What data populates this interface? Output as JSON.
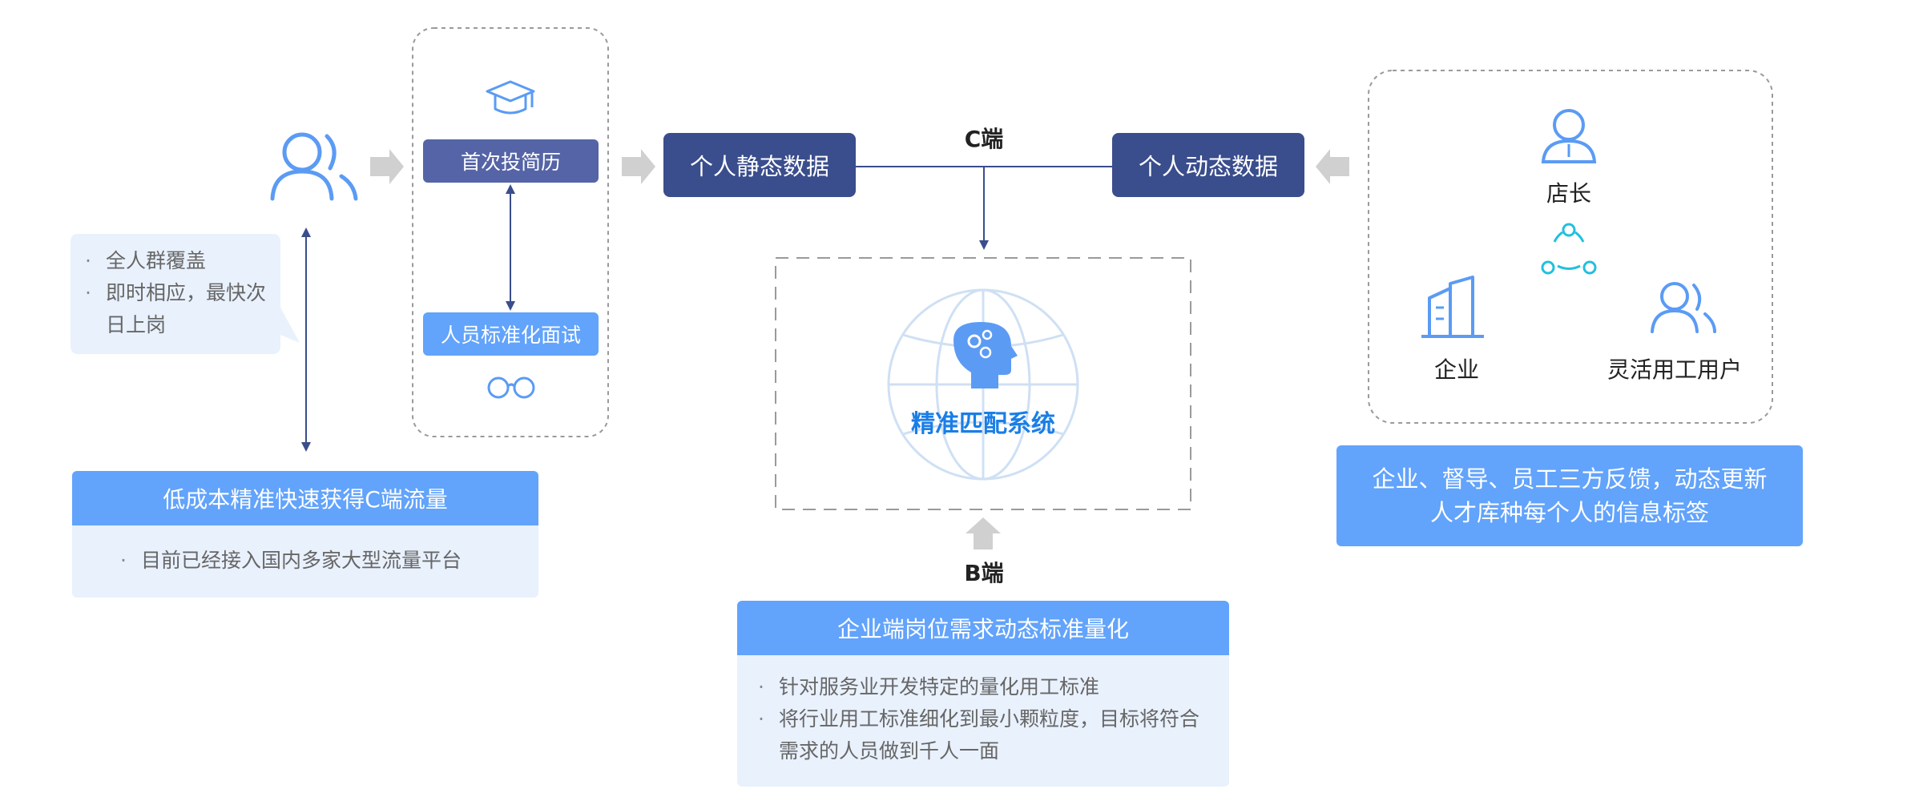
{
  "resume": "首次投简历",
  "interview": "人员标准化面试",
  "static_data": "个人静态数据",
  "dynamic_data": "个人动态数据",
  "c_end": "C端",
  "b_end": "B端",
  "system": "精准匹配系统",
  "bubble": {
    "items": [
      "全人群覆盖",
      "即时相应，最快次日上岗"
    ]
  },
  "left_panel": {
    "title": "低成本精准快速获得C端流量",
    "items": [
      "目前已经接入国内多家大型流量平台"
    ]
  },
  "bottom_panel": {
    "title": "企业端岗位需求动态标准量化",
    "items": [
      "针对服务业开发特定的量化用工标准",
      "将行业用工标准细化到最小颗粒度，目标将符合需求的人员做到千人一面"
    ]
  },
  "roles": {
    "manager": "店长",
    "enterprise": "企业",
    "flexible": "灵活用工用户"
  },
  "right_note": "企业、督导、员工三方反馈，动态更新人才库种每个人的信息标签",
  "colors": {
    "navy": "#3a4d8c",
    "blue": "#62a3fb",
    "light_blue": "#e9f1fd",
    "icon_blue": "#5b9bf4",
    "cyan": "#22c0dd",
    "arrow_gray": "#d0d0d0"
  }
}
